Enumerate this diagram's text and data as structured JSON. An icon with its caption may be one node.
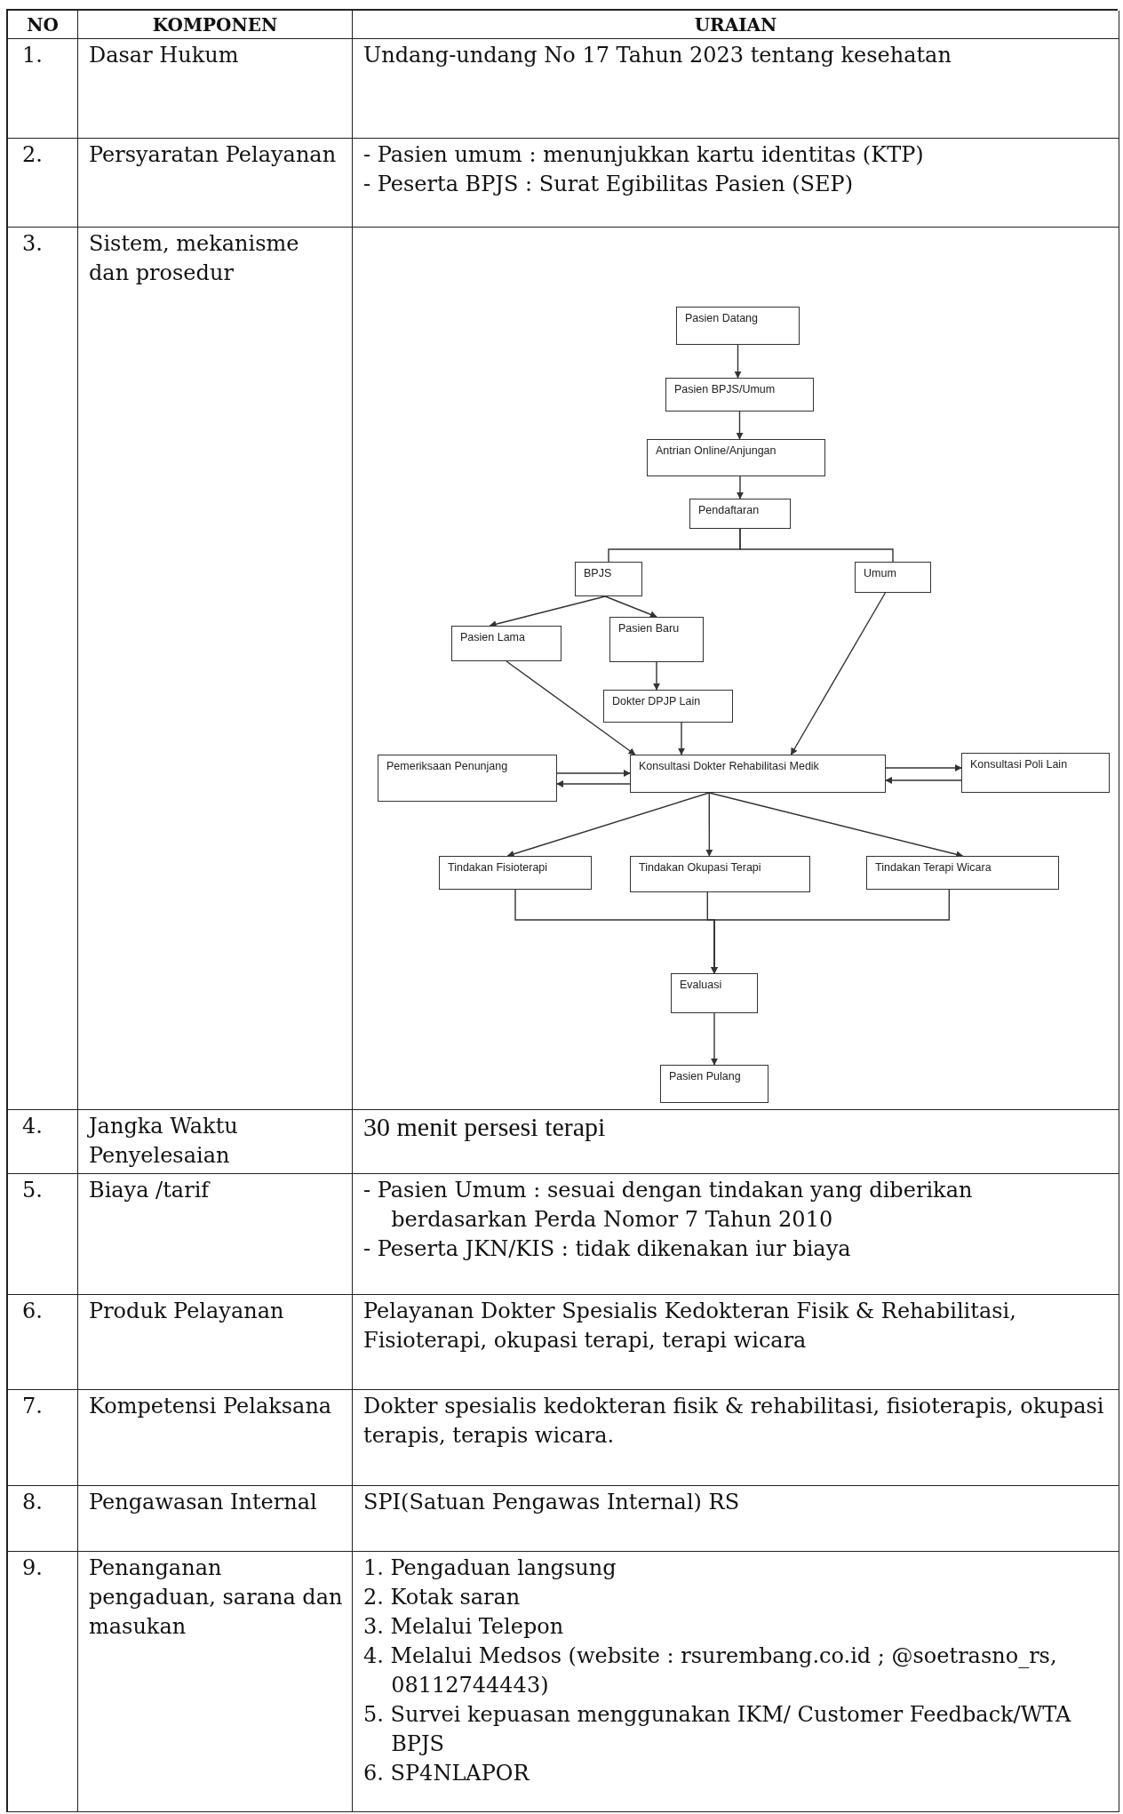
{
  "diagram": {
    "nodes": [
      {
        "text": [
          "Pasien Datang"
        ]
      },
      {
        "text": [
          "Pasien BPJS/Umum"
        ]
      },
      {
        "text": [
          "Antrian Online/Anjungan"
        ]
      },
      {
        "text": [
          "Pendaftaran"
        ]
      },
      {
        "text": [
          "BPJS"
        ]
      },
      {
        "text": [
          "Umum"
        ]
      },
      {
        "text": [
          "Pasien Lama"
        ]
      },
      {
        "text": [
          "Pasien Baru"
        ]
      },
      {
        "text": [
          "Dokter DPJP Lain"
        ]
      },
      {
        "text": [
          "Pemeriksaan Penunjang"
        ]
      },
      {
        "text": [
          "Konsultasi Dokter Rehabilitasi Medik"
        ]
      },
      {
        "text": [
          "Konsultasi Poli Lain"
        ]
      },
      {
        "text": [
          "Tindakan Fisioterapi"
        ]
      },
      {
        "text": [
          "Tindakan Okupasi Terapi"
        ]
      },
      {
        "text": [
          "Tindakan Terapi Wicara"
        ]
      },
      {
        "text": [
          "Evaluasi"
        ]
      },
      {
        "text": [
          "Pasien Pulang"
        ]
      }
    ],
    "edges": [
      {
        "from": 0,
        "to": 1,
        "arrow": "to"
      },
      {
        "from": 1,
        "to": 2,
        "arrow": "to"
      },
      {
        "from": 2,
        "to": 3,
        "arrow": "to"
      },
      {
        "from": 3,
        "to": 4,
        "arrow": "none"
      },
      {
        "from": 3,
        "to": 5,
        "arrow": "none"
      },
      {
        "from": 4,
        "to": 6,
        "arrow": "to"
      },
      {
        "from": 4,
        "to": 7,
        "arrow": "to"
      },
      {
        "from": 7,
        "to": 8,
        "arrow": "to"
      },
      {
        "from": 6,
        "to": 10,
        "arrow": "to"
      },
      {
        "from": 8,
        "to": 10,
        "arrow": "to"
      },
      {
        "from": 5,
        "to": 10,
        "arrow": "to"
      },
      {
        "from": 9,
        "to": 10,
        "arrow": "to"
      },
      {
        "from": 10,
        "to": 9,
        "arrow": "to"
      },
      {
        "from": 10,
        "to": 11,
        "arrow": "to"
      },
      {
        "from": 11,
        "to": 10,
        "arrow": "to"
      },
      {
        "from": 10,
        "to": 12,
        "arrow": "to"
      },
      {
        "from": 10,
        "to": 13,
        "arrow": "to"
      },
      {
        "from": 10,
        "to": 14,
        "arrow": "to"
      },
      {
        "from": 12,
        "to": 15,
        "arrow": "to"
      },
      {
        "from": 13,
        "to": 15,
        "arrow": "to"
      },
      {
        "from": 14,
        "to": 15,
        "arrow": "to"
      },
      {
        "from": 15,
        "to": 16,
        "arrow": "to"
      }
    ],
    "labels": [
      "NO",
      "KOMPONEN",
      "URAIAN",
      "1.",
      "Dasar Hukum",
      "Undang-undang No 17 Tahun 2023 tentang kesehatan",
      "2.",
      "Persyaratan Pelayanan",
      "- Pasien umum : menunjukkan kartu identitas (KTP)",
      "- Peserta BPJS : Surat Egibilitas Pasien (SEP)",
      "3.",
      "Sistem, mekanisme dan prosedur",
      "4.",
      "Jangka Waktu Penyelesaian",
      "30 menit persesi terapi",
      "5.",
      "Biaya /tarif",
      "- Pasien Umum : sesuai dengan tindakan yang diberikan berdasarkan Perda Nomor 7 Tahun 2010",
      "- Peserta JKN/KIS : tidak dikenakan iur biaya",
      "6.",
      "Produk Pelayanan",
      "Pelayanan Dokter Spesialis Kedokteran Fisik & Rehabilitasi, Fisioterapi, okupasi terapi, terapi wicara",
      "7.",
      "Kompetensi Pelaksana",
      "Dokter spesialis kedokteran fisik & rehabilitasi, fisioterapis, okupasi terapis, terapis wicara.",
      "8.",
      "Pengawasan Internal",
      "SPI(Satuan Pengawas Internal) RS",
      "9.",
      "Penanganan pengaduan, sarana dan masukan",
      "1. Pengaduan langsung",
      "2. Kotak saran",
      "3. Melalui Telepon",
      "4. Melalui Medsos (website : rsurembang.co.id ; @soetrasno_rs, 08112744443)",
      "5. Survei kepuasan menggunakan IKM/ Customer Feedback/WTA BPJS",
      "6. SP4NLAPOR"
    ]
  }
}
